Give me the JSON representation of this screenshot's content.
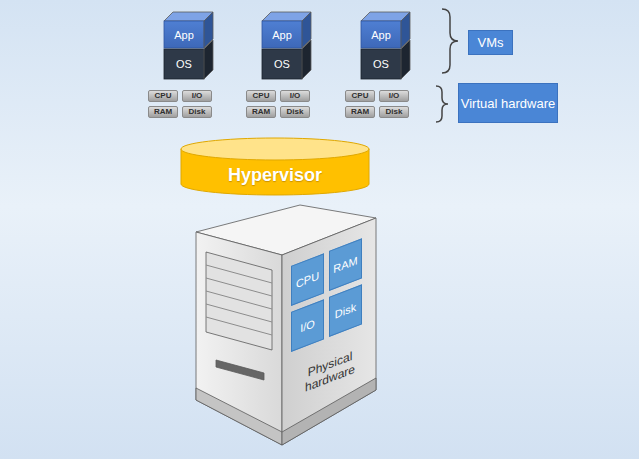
{
  "diagram": {
    "nodes": [
      {
        "text": [
          "App"
        ]
      },
      {
        "text": [
          "App"
        ]
      },
      {
        "text": [
          "App"
        ]
      },
      {
        "text": [
          "VMs"
        ]
      },
      {
        "text": [
          "OS"
        ]
      },
      {
        "text": [
          "OS"
        ]
      },
      {
        "text": [
          "OS"
        ]
      },
      {
        "text": [
          "CPU"
        ]
      },
      {
        "text": [
          "I/O"
        ]
      },
      {
        "text": [
          "CPU"
        ]
      },
      {
        "text": [
          "I/O"
        ]
      },
      {
        "text": [
          "CPU"
        ]
      },
      {
        "text": [
          "I/O"
        ]
      },
      {
        "text": [
          "Virtual hardware"
        ]
      },
      {
        "text": [
          "RAM"
        ]
      },
      {
        "text": [
          "Disk"
        ]
      },
      {
        "text": [
          "RAM"
        ]
      },
      {
        "text": [
          "Disk"
        ]
      },
      {
        "text": [
          "RAM"
        ]
      },
      {
        "text": [
          "Disk"
        ]
      },
      {
        "text": [
          "Hypervisor"
        ]
      },
      {
        "text": [
          "Physical hardware"
        ]
      },
      {
        "text": [
          "CPU"
        ],
        "in": 21
      },
      {
        "text": [
          "RAM"
        ],
        "in": 21
      },
      {
        "text": [
          "I/O"
        ],
        "in": 21
      },
      {
        "text": [
          "Disk"
        ],
        "in": 21
      }
    ]
  }
}
